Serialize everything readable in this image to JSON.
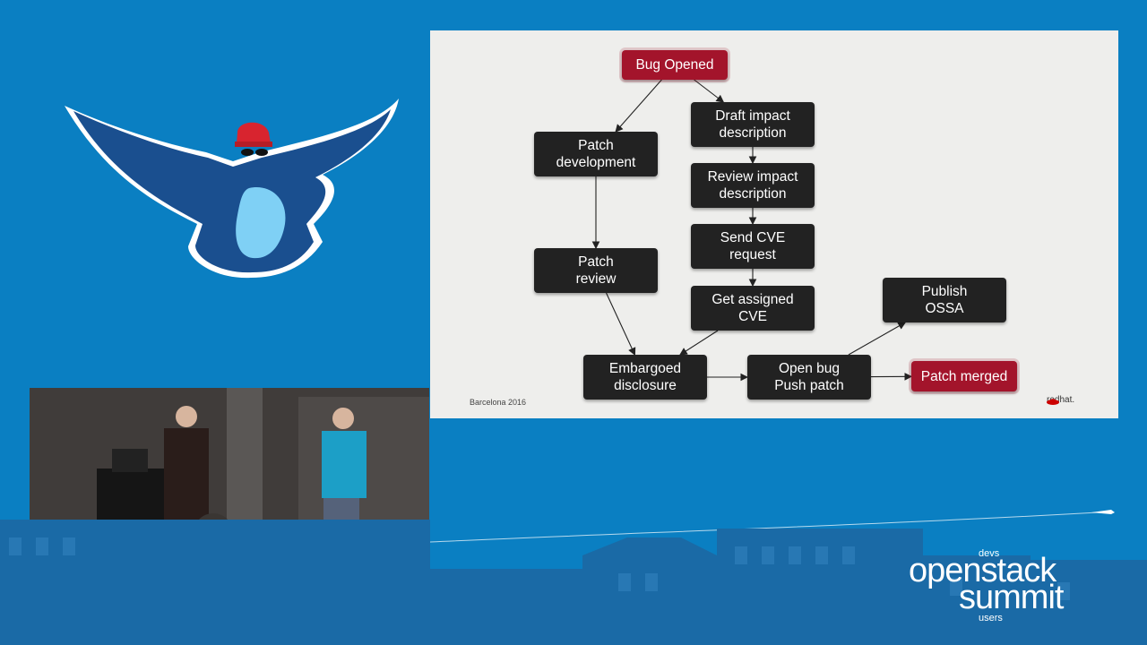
{
  "diagram": {
    "nodes": [
      {
        "id": "bug_opened",
        "label": "Bug Opened",
        "style": "red"
      },
      {
        "id": "patch_development",
        "label": "Patch\ndevelopment",
        "style": "dark"
      },
      {
        "id": "draft_impact",
        "label": "Draft impact\ndescription",
        "style": "dark"
      },
      {
        "id": "review_impact",
        "label": "Review impact\ndescription",
        "style": "dark"
      },
      {
        "id": "send_cve",
        "label": "Send CVE\nrequest",
        "style": "dark"
      },
      {
        "id": "get_cve",
        "label": "Get assigned\nCVE",
        "style": "dark"
      },
      {
        "id": "patch_review",
        "label": "Patch\nreview",
        "style": "dark"
      },
      {
        "id": "publish_ossa",
        "label": "Publish\nOSSA",
        "style": "dark"
      },
      {
        "id": "embargoed",
        "label": "Embargoed\ndisclosure",
        "style": "dark"
      },
      {
        "id": "open_bug",
        "label": "Open bug\nPush patch",
        "style": "dark"
      },
      {
        "id": "patch_merged",
        "label": "Patch merged",
        "style": "red"
      }
    ],
    "edges": [
      {
        "from": "bug_opened",
        "to": "patch_development"
      },
      {
        "from": "bug_opened",
        "to": "draft_impact"
      },
      {
        "from": "draft_impact",
        "to": "review_impact"
      },
      {
        "from": "review_impact",
        "to": "send_cve"
      },
      {
        "from": "send_cve",
        "to": "get_cve"
      },
      {
        "from": "get_cve",
        "to": "embargoed"
      },
      {
        "from": "patch_development",
        "to": "patch_review"
      },
      {
        "from": "patch_review",
        "to": "embargoed"
      },
      {
        "from": "embargoed",
        "to": "open_bug"
      },
      {
        "from": "open_bug",
        "to": "publish_ossa"
      },
      {
        "from": "open_bug",
        "to": "patch_merged"
      }
    ]
  },
  "slide": {
    "footer_left": "Barcelona 2016",
    "footer_logo": "redhat."
  },
  "branding": {
    "top": "devs",
    "line1": "openstack",
    "line2": "summit",
    "bottom": "users"
  },
  "colors": {
    "background": "#0a7fc2",
    "node_dark": "#222222",
    "node_red": "#a3142b"
  }
}
